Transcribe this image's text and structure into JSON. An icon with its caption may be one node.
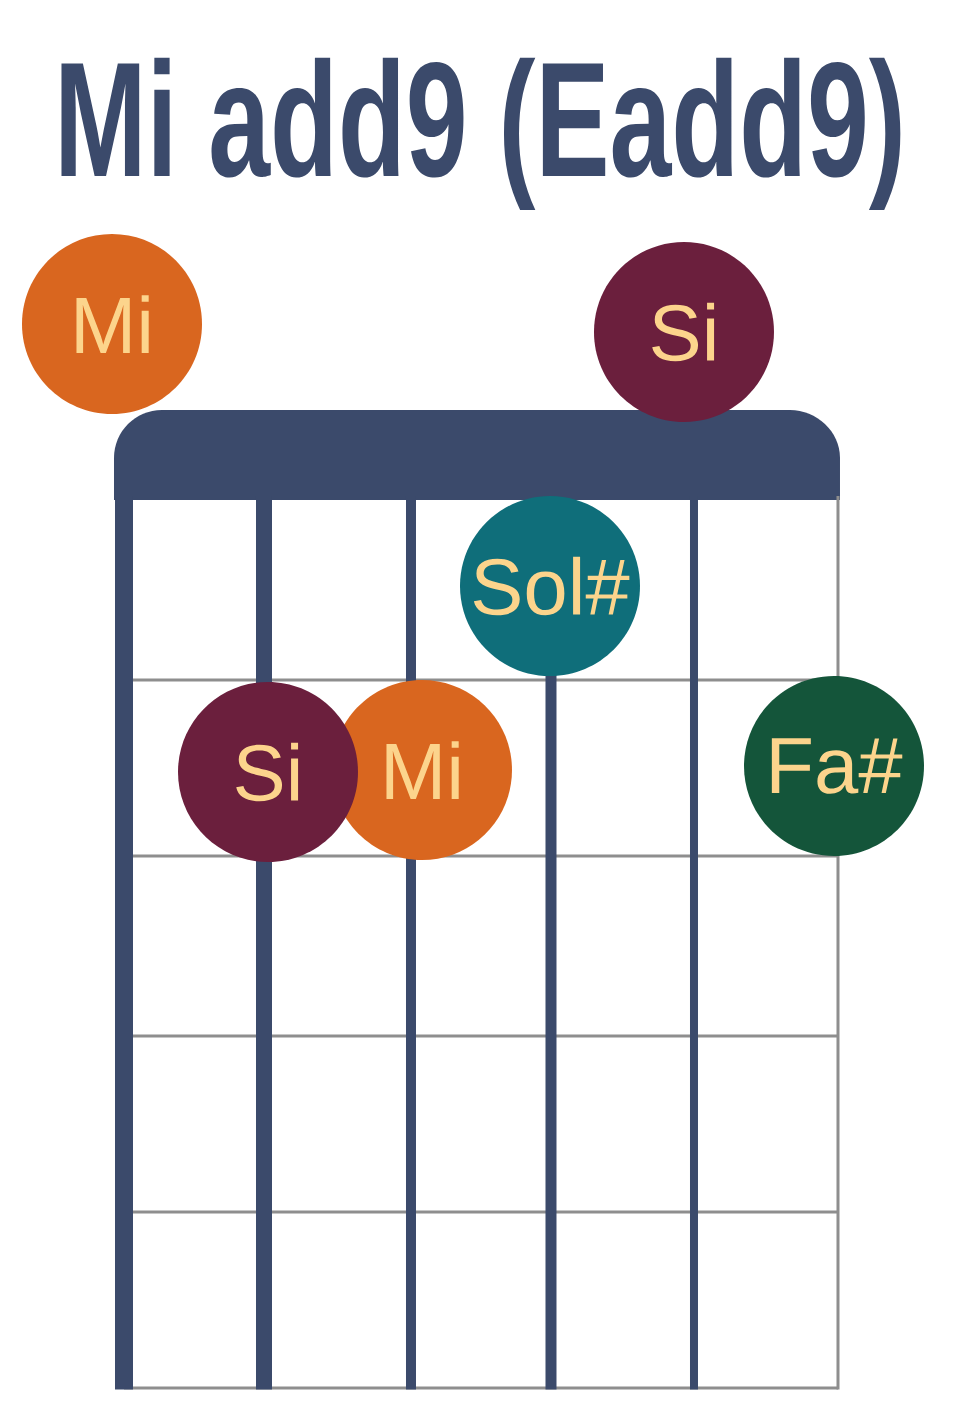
{
  "diagram": {
    "title": "Mi add9 (Eadd9)",
    "nodes": [
      {
        "text": [
          "Mi"
        ]
      },
      {
        "text": [
          "Si"
        ]
      },
      {
        "text": [
          "Sol#"
        ]
      },
      {
        "text": [
          "Si"
        ]
      },
      {
        "text": [
          "Mi"
        ]
      },
      {
        "text": [
          "Fa#"
        ]
      }
    ]
  }
}
